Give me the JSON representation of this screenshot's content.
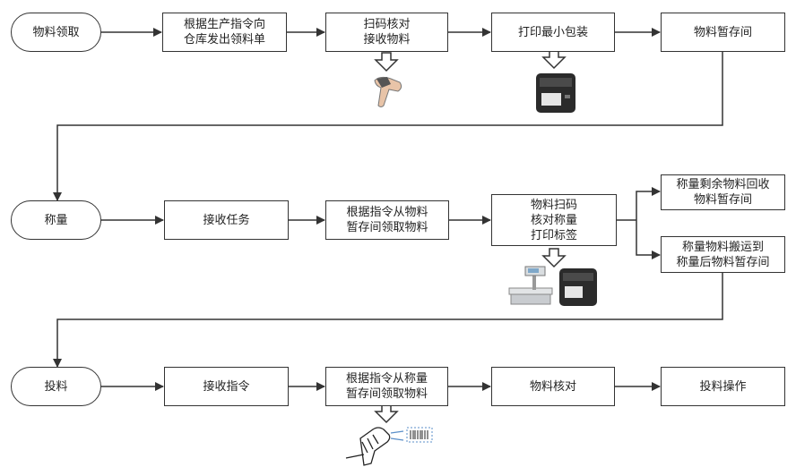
{
  "row1": {
    "start": "物料领取",
    "step1": "根据生产指令向\n仓库发出领料单",
    "step2": "扫码核对\n接收物料",
    "step3": "打印最小包装",
    "step4": "物料暂存间"
  },
  "row2": {
    "start": "称量",
    "step1": "接收任务",
    "step2": "根据指令从物料\n暂存间领取物料",
    "step3": "物料扫码\n核对称量\n打印标签",
    "branch_top": "称量剩余物料回收\n物料暂存间",
    "branch_bottom": "称量物料搬运到\n称量后物料暂存间"
  },
  "row3": {
    "start": "投料",
    "step1": "接收指令",
    "step2": "根据指令从称量\n暂存间领取物料",
    "step3": "物料核对",
    "step4": "投料操作"
  },
  "icons": [
    "barcode-scanner-icon",
    "label-printer-icon",
    "weighing-scale-icon",
    "label-printer-icon",
    "barcode-scanner-icon",
    "barcode-label-icon"
  ]
}
